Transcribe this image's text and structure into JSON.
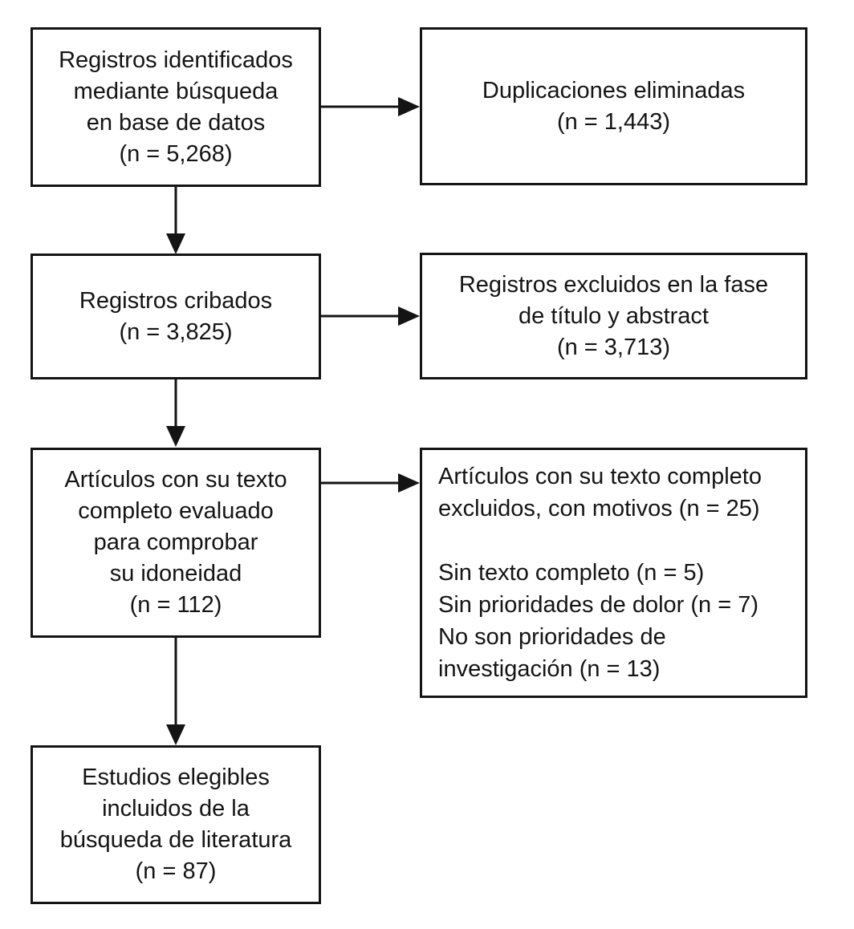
{
  "diagram": {
    "type": "prisma-flowchart",
    "colors": {
      "line": "#141414",
      "text": "#141414",
      "background": "#ffffff"
    },
    "boxes": {
      "identified": {
        "lines": [
          "Registros identificados",
          "mediante búsqueda",
          "en base de datos",
          "(n = 5,268)"
        ],
        "n": 5268
      },
      "duplicates": {
        "lines": [
          "Duplicaciones eliminadas",
          "(n = 1,443)"
        ],
        "n": 1443
      },
      "screened": {
        "lines": [
          "Registros cribados",
          "(n = 3,825)"
        ],
        "n": 3825
      },
      "excluded_title_abstract": {
        "lines": [
          "Registros excluidos en la fase",
          "de título y abstract",
          "(n = 3,713)"
        ],
        "n": 3713
      },
      "fulltext_assessed": {
        "lines": [
          "Artículos con su texto",
          "completo evaluado",
          "para comprobar",
          "su idoneidad",
          "(n = 112)"
        ],
        "n": 112
      },
      "fulltext_excluded": {
        "lines": [
          "Artículos con su texto completo",
          "excluidos, con motivos (n = 25)",
          "",
          "Sin texto completo (n = 5)",
          "Sin prioridades de dolor (n = 7)",
          "No son prioridades de",
          "investigación (n = 13)"
        ],
        "n": 25,
        "reasons": [
          {
            "label": "Sin texto completo",
            "n": 5
          },
          {
            "label": "Sin prioridades de dolor",
            "n": 7
          },
          {
            "label": "No son prioridades de investigación",
            "n": 13
          }
        ]
      },
      "included": {
        "lines": [
          "Estudios elegibles",
          "incluidos de la",
          "búsqueda de literatura",
          "(n = 87)"
        ],
        "n": 87
      }
    }
  }
}
